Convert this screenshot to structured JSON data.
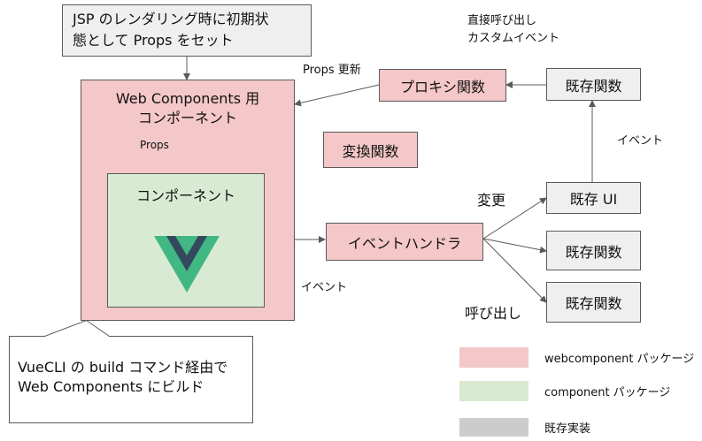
{
  "notes": {
    "top_note": [
      "JSP のレンダリング時に初期状",
      "態として Props をセット"
    ],
    "bottom_note": [
      "VueCLI の build コマンド経由で",
      "Web Components にビルド"
    ]
  },
  "boxes": {
    "webcomponent_title": [
      "Web Components 用",
      "コンポーネント"
    ],
    "component_title": "コンポーネント",
    "proxy": "プロキシ関数",
    "convert": "変換関数",
    "event_handler": "イベントハンドラ",
    "existing_function_top": "既存関数",
    "existing_ui": "既存 UI",
    "existing_function_mid": "既存関数",
    "existing_function_bottom": "既存関数"
  },
  "labels": {
    "props_update": "Props 更新",
    "props": "Props",
    "direct_call": [
      "直接呼び出し",
      "カスタムイベント"
    ],
    "event_right": "イベント",
    "event_bottom": "イベント",
    "change": "変更",
    "call": "呼び出し"
  },
  "legend": [
    {
      "label": "webcomponent パッケージ",
      "color": "#f4c7c8"
    },
    {
      "label": "component パッケージ",
      "color": "#d9ead3"
    },
    {
      "label": "既存実装",
      "color": "#cccccc"
    }
  ],
  "icons": {
    "logo": "vue-logo"
  }
}
